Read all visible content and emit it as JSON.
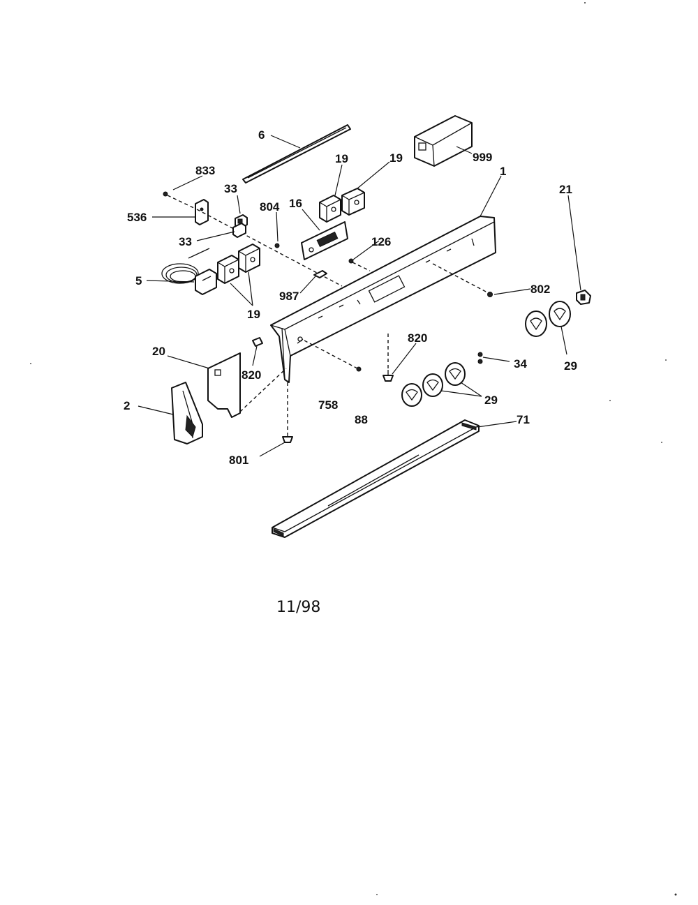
{
  "diagram": {
    "callouts": {
      "p6": "6",
      "p999": "999",
      "p833": "833",
      "p33a": "33",
      "p804": "804",
      "p16": "16",
      "p19a": "19",
      "p19b": "19",
      "p1": "1",
      "p536": "536",
      "p33b": "33",
      "p126": "126",
      "p21": "21",
      "p5": "5",
      "p802": "802",
      "p987": "987",
      "p19c": "19",
      "p820a": "820",
      "p29a": "29",
      "p20": "20",
      "p34": "34",
      "p820b": "820",
      "p29b": "29",
      "p2": "2",
      "p758": "758",
      "p88": "88",
      "p71": "71",
      "p801": "801"
    },
    "date_code": "11/98"
  }
}
